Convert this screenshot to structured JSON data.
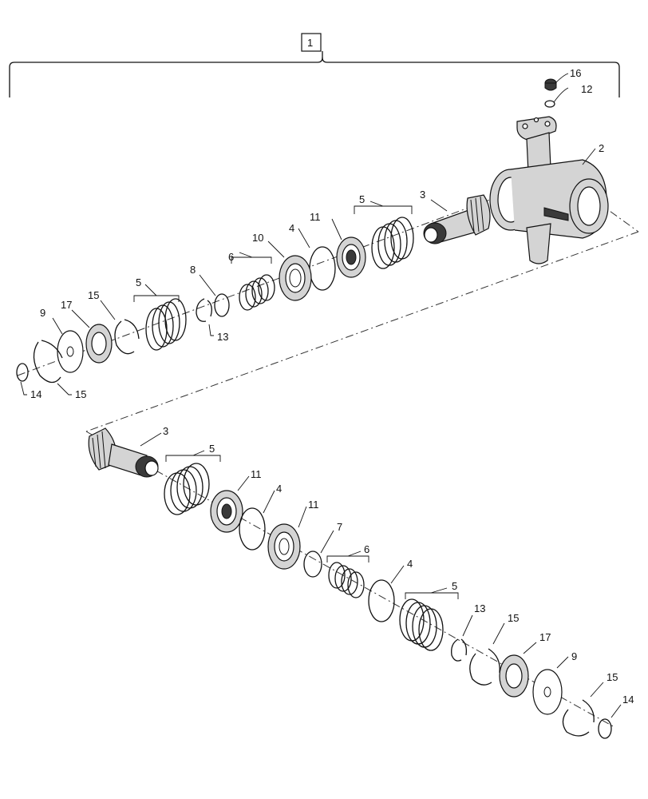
{
  "callouts": {
    "assembly": "1",
    "housing": "2",
    "pinion_top": "3",
    "pinion_bottom": "3",
    "plug": "16",
    "washer_top": "12",
    "springs_top_a": "5",
    "springs_top_b": "5",
    "bearing_top_a": "11",
    "ring_top": "4",
    "bearing_top_b": "10",
    "shim_top": "6",
    "ring8": "8",
    "snap13_top": "13",
    "snap15_top_a": "15",
    "snap15_top_b": "15",
    "cup17_top": "17",
    "disc9_top": "9",
    "snap14_top": "14",
    "springs_bot_a": "5",
    "bearing_bot_a": "11",
    "ring_bot_a": "4",
    "bearing_bot_b": "11",
    "ring7": "7",
    "shim_bot": "6",
    "ring_bot_b": "4",
    "springs_bot_b": "5",
    "snap13_bot": "13",
    "snap15_bot_a": "15",
    "cup17_bot": "17",
    "disc9_bot": "9",
    "snap15_bot_b": "15",
    "snap14_bot": "14"
  }
}
